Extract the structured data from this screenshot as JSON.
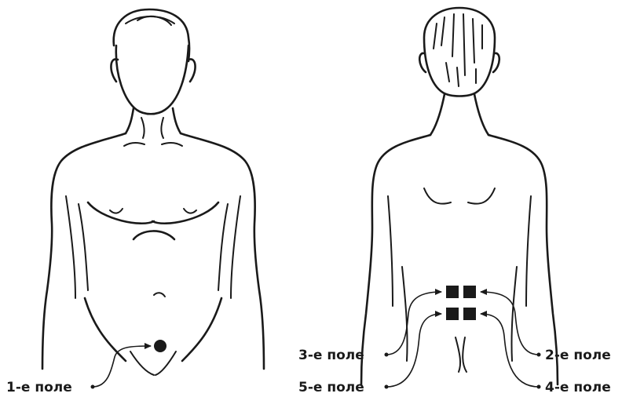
{
  "labels": {
    "field1": "1-е поле",
    "field2": "2-е поле",
    "field3": "3-е поле",
    "field4": "4-е поле",
    "field5": "5-е поле"
  },
  "colors": {
    "ink": "#1a1a1a",
    "background": "#ffffff"
  }
}
